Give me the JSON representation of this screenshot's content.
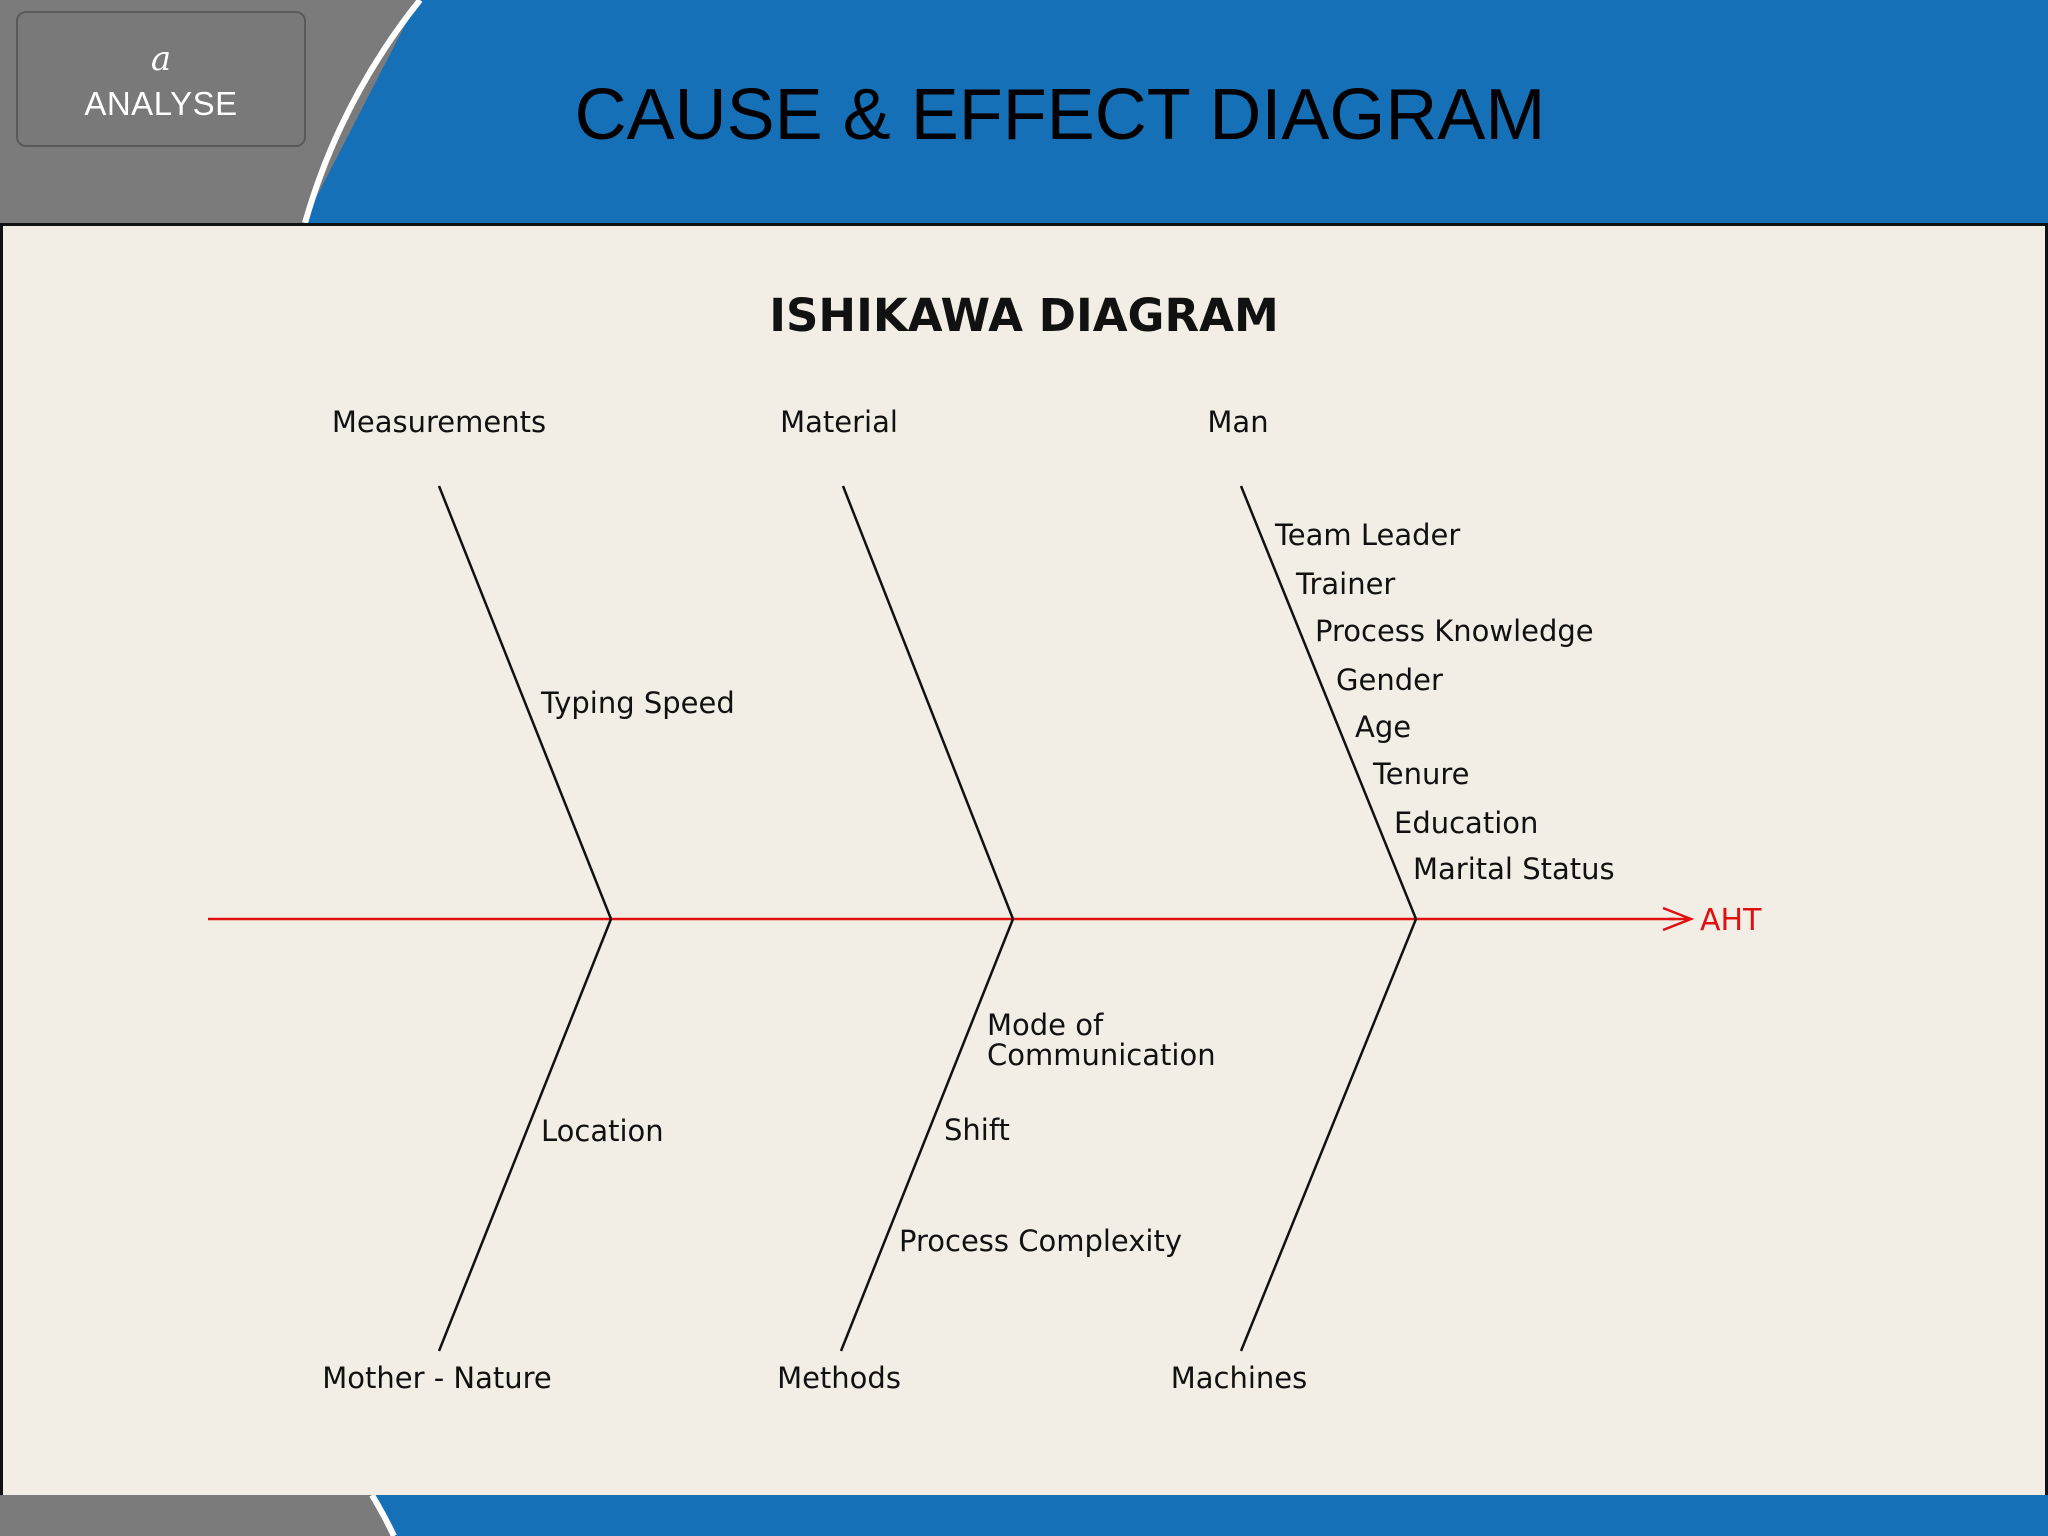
{
  "header": {
    "section_badge": {
      "letter": "a",
      "label": "ANALYSE"
    },
    "title": "CAUSE & EFFECT DIAGRAM"
  },
  "colors": {
    "header_blue": "#1570b7",
    "header_gray": "#7b7b7b",
    "panel_background": "#f3eee5",
    "spine_red": "#e01010",
    "bone_black": "#111111"
  },
  "diagram": {
    "title": "ISHIKAWA DIAGRAM",
    "effect": "AHT",
    "categories": {
      "top": [
        "Measurements",
        "Material",
        "Man"
      ],
      "bottom": [
        "Mother - Nature",
        "Methods",
        "Machines"
      ]
    },
    "causes": {
      "measurements": [
        "Typing Speed"
      ],
      "material": [],
      "man": [
        "Team Leader",
        "Trainer",
        "Process Knowledge",
        "Gender",
        "Age",
        "Tenure",
        "Education",
        "Marital Status"
      ],
      "mother_nature": [
        "Location"
      ],
      "methods": [
        "Mode of",
        "Communication",
        "Shift",
        "Process Complexity"
      ],
      "machines": []
    }
  }
}
